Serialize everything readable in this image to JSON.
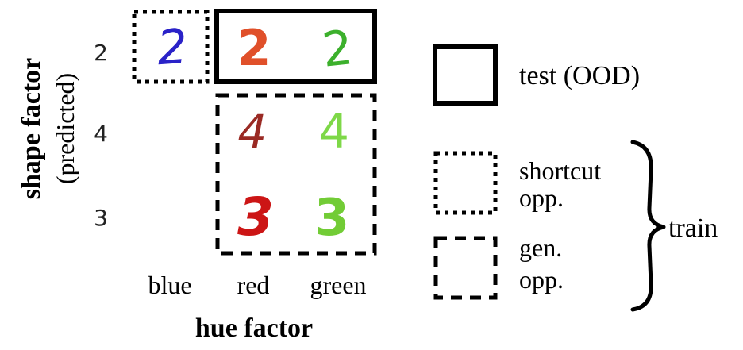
{
  "y_axis": {
    "title": "shape factor",
    "subtitle": "(predicted)",
    "ticks": [
      "2",
      "4",
      "3"
    ]
  },
  "x_axis": {
    "title": "hue factor",
    "ticks": [
      "blue",
      "red",
      "green"
    ]
  },
  "cells": [
    {
      "digit": "2",
      "hue": "blue",
      "shape": "2",
      "color": "#2a22c8"
    },
    {
      "digit": "2",
      "hue": "red",
      "shape": "2",
      "color": "#e0502a"
    },
    {
      "digit": "2",
      "hue": "green",
      "shape": "2",
      "color": "#3cb02c"
    },
    {
      "digit": "4",
      "hue": "red",
      "shape": "4",
      "color": "#9a2a24"
    },
    {
      "digit": "4",
      "hue": "green",
      "shape": "4",
      "color": "#7ed848"
    },
    {
      "digit": "3",
      "hue": "red",
      "shape": "3",
      "color": "#cc1515"
    },
    {
      "digit": "3",
      "hue": "green",
      "shape": "3",
      "color": "#72cc36"
    }
  ],
  "legend": {
    "test": "test (OOD)",
    "shortcut_line1": "shortcut",
    "shortcut_line2": "opp.",
    "gen_line1": "gen.",
    "gen_line2": "opp.",
    "train": "train"
  }
}
